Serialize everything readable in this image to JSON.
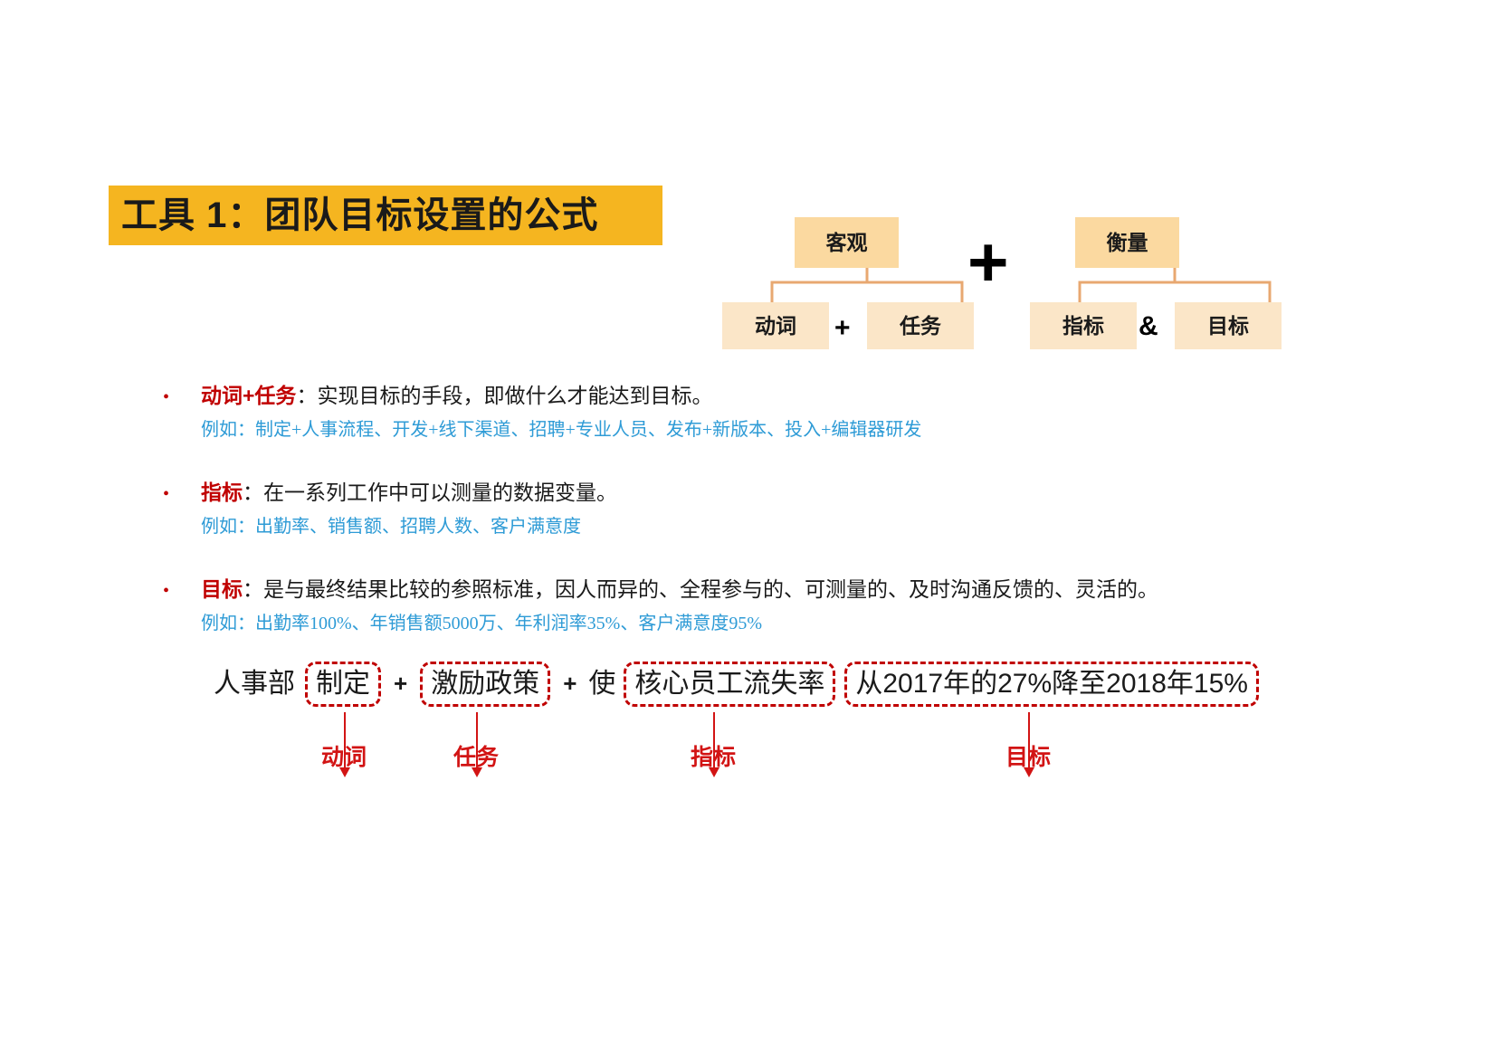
{
  "slide": {
    "title": "工具 1：团队目标设置的公式",
    "title_bg_color": "#f5b520",
    "accent_red": "#c00000",
    "accent_blue": "#2e9bd6",
    "box_top_color": "#fbd9a0",
    "box_bottom_color": "#fbe6c8"
  },
  "diagram": {
    "group_a": {
      "parent": "客观",
      "children": [
        "动词",
        "任务"
      ],
      "operator": "+"
    },
    "group_b": {
      "parent": "衡量",
      "children": [
        "指标",
        "目标"
      ],
      "operator": "&"
    },
    "center_operator": "+"
  },
  "bullets": [
    {
      "dot": "•",
      "label": "动词+任务",
      "colon": "：",
      "body": "实现目标的手段，即做什么才能达到目标。",
      "example": "例如：制定+人事流程、开发+线下渠道、招聘+专业人员、发布+新版本、投入+编辑器研发"
    },
    {
      "dot": "•",
      "label": "指标",
      "colon": "：",
      "body": "在一系列工作中可以测量的数据变量。",
      "example": "例如：出勤率、销售额、招聘人数、客户满意度"
    },
    {
      "dot": "•",
      "label": "目标",
      "colon": "：",
      "body": "是与最终结果比较的参照标准，因人而异的、全程参与的、可测量的、及时沟通反馈的、灵活的。",
      "example": "例如：出勤率100%、年销售额5000万、年利润率35%、客户满意度95%"
    }
  ],
  "example_sentence": {
    "segments": [
      {
        "text": "人事部",
        "boxed": false,
        "kind": "plain"
      },
      {
        "text": "制定",
        "boxed": true,
        "kind": "boxed"
      },
      {
        "text": "+",
        "boxed": false,
        "kind": "op"
      },
      {
        "text": "激励政策",
        "boxed": true,
        "kind": "boxed"
      },
      {
        "text": "+",
        "boxed": false,
        "kind": "op"
      },
      {
        "text": "使",
        "boxed": false,
        "kind": "plain"
      },
      {
        "text": "核心员工流失率",
        "boxed": true,
        "kind": "boxed"
      },
      {
        "text": "从2017年的27%降至2018年15%",
        "boxed": true,
        "kind": "boxed"
      }
    ],
    "tags": [
      "动词",
      "任务",
      "指标",
      "目标"
    ]
  }
}
